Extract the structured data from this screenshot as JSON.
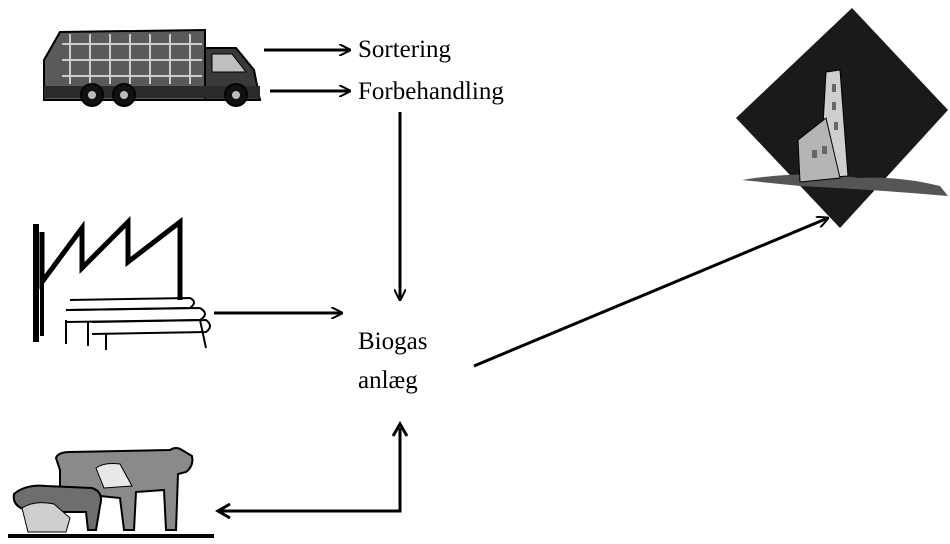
{
  "labels": {
    "sortering": "Sortering",
    "forbehandling": "Forbehandling",
    "biogas_line1": "Biogas",
    "biogas_line2": "anlæg"
  },
  "icons": {
    "truck": "garbage-truck-icon",
    "factory": "factory-icon",
    "livestock": "livestock-icon",
    "energy": "power-plant-icon"
  },
  "colors": {
    "ink": "#000000",
    "energy_background": "#1a1a1a",
    "energy_building": "#cfcfcf"
  }
}
